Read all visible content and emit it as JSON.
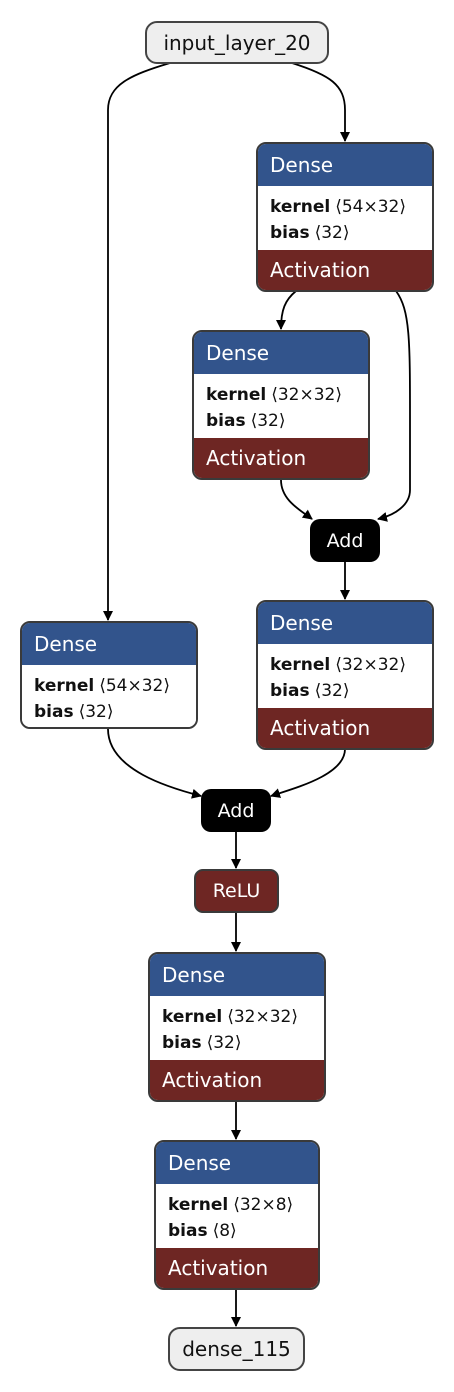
{
  "nodes": {
    "input": {
      "label": "input_layer_20"
    },
    "dense_a": {
      "title": "Dense",
      "kernel_label": "kernel",
      "kernel_shape": "⟨54×32⟩",
      "bias_label": "bias",
      "bias_shape": "⟨32⟩",
      "activation": "Activation"
    },
    "dense_b": {
      "title": "Dense",
      "kernel_label": "kernel",
      "kernel_shape": "⟨32×32⟩",
      "bias_label": "bias",
      "bias_shape": "⟨32⟩",
      "activation": "Activation"
    },
    "add_1": {
      "label": "Add"
    },
    "dense_c": {
      "title": "Dense",
      "kernel_label": "kernel",
      "kernel_shape": "⟨32×32⟩",
      "bias_label": "bias",
      "bias_shape": "⟨32⟩",
      "activation": "Activation"
    },
    "dense_left": {
      "title": "Dense",
      "kernel_label": "kernel",
      "kernel_shape": "⟨54×32⟩",
      "bias_label": "bias",
      "bias_shape": "⟨32⟩"
    },
    "add_2": {
      "label": "Add"
    },
    "relu": {
      "label": "ReLU"
    },
    "dense_d": {
      "title": "Dense",
      "kernel_label": "kernel",
      "kernel_shape": "⟨32×32⟩",
      "bias_label": "bias",
      "bias_shape": "⟨32⟩",
      "activation": "Activation"
    },
    "dense_e": {
      "title": "Dense",
      "kernel_label": "kernel",
      "kernel_shape": "⟨32×8⟩",
      "bias_label": "bias",
      "bias_shape": "⟨8⟩",
      "activation": "Activation"
    },
    "output": {
      "label": "dense_115"
    }
  },
  "colors": {
    "dense_header": "#32548c",
    "activation": "#6e2623",
    "add": "#000000",
    "io_fill": "#eeeeee",
    "edge": "#000000"
  }
}
